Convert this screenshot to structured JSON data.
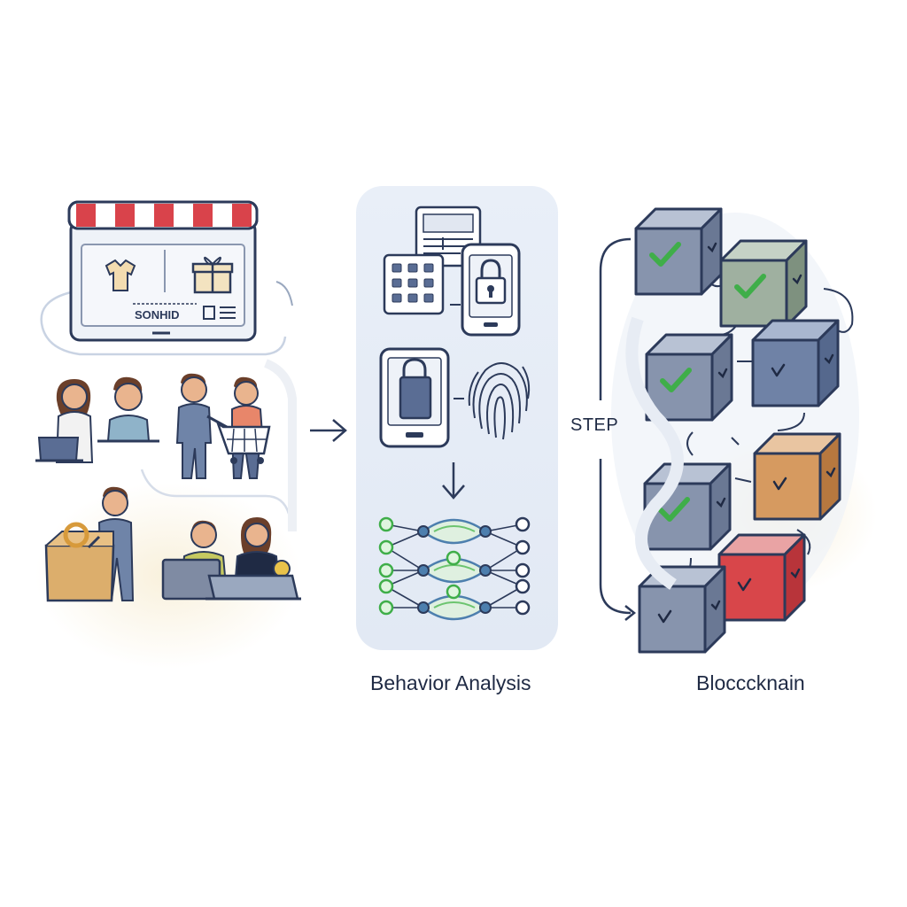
{
  "diagram": {
    "labels": {
      "behavior_analysis": "Behavior Analysis",
      "blockchain": "Blocccknain",
      "step": "STEP"
    },
    "store_sign_text": "SONHID",
    "colors": {
      "outline": "#2c3a5a",
      "panel_bg": "#e8eef7",
      "awning_red": "#d9434b",
      "check_green": "#3fae49",
      "cube_gray": "#7f8ba3",
      "cube_orange": "#c98a52",
      "cube_red": "#d8464a",
      "network_green": "#6cc46f",
      "network_blue": "#4d7fae"
    },
    "icons": [
      "storefront-icon",
      "people-shopping-icon",
      "arrow-right-icon",
      "keypad-icon",
      "document-icon",
      "phone-lock-icon",
      "fingerprint-icon",
      "arrow-down-icon",
      "neural-network-icon",
      "blockchain-cube-icon",
      "check-icon"
    ],
    "blockchain_blocks": [
      {
        "status": "verified",
        "tone": "gray"
      },
      {
        "status": "verified",
        "tone": "green"
      },
      {
        "status": "verified",
        "tone": "gray"
      },
      {
        "status": "pending",
        "tone": "blue"
      },
      {
        "status": "verified",
        "tone": "gray"
      },
      {
        "status": "pending",
        "tone": "orange"
      },
      {
        "status": "flagged",
        "tone": "red"
      },
      {
        "status": "pending",
        "tone": "gray"
      }
    ]
  }
}
